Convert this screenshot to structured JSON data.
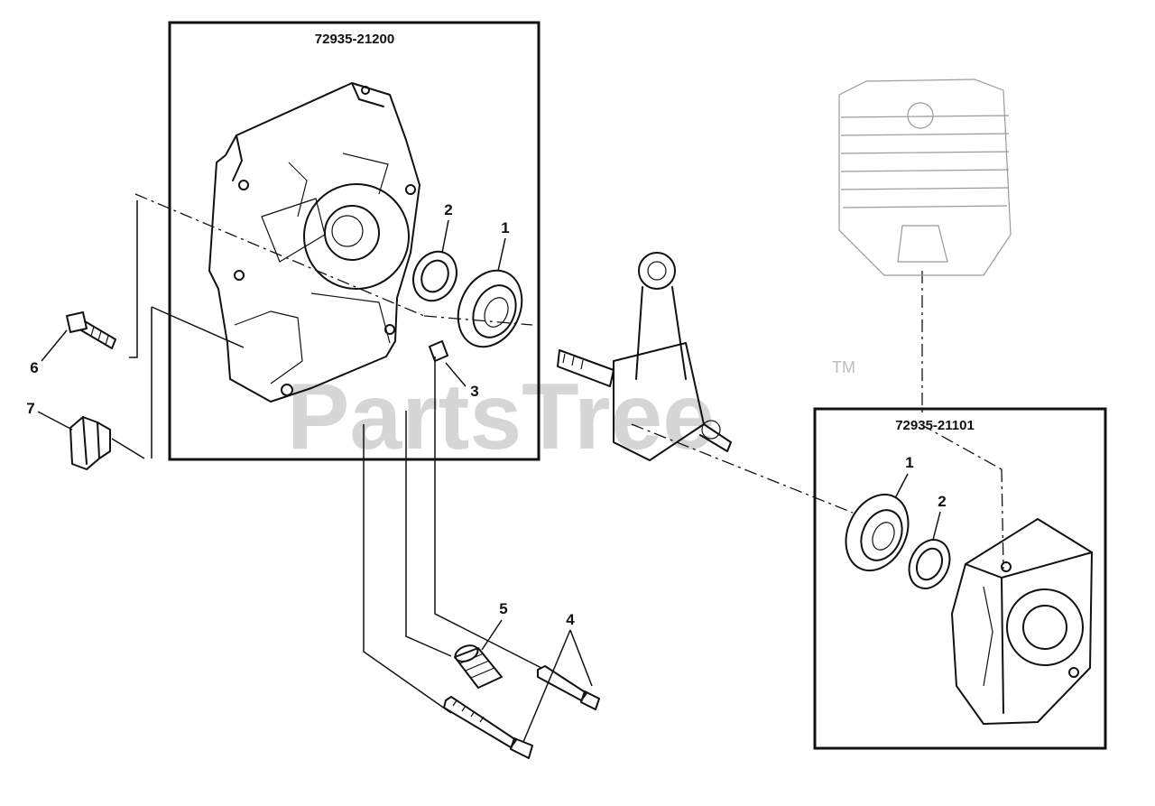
{
  "watermark": {
    "text": "PartsTree",
    "trademark": "TM"
  },
  "assemblies": [
    {
      "id": "left",
      "part_number": "72935-21200"
    },
    {
      "id": "right",
      "part_number": "72935-21101"
    }
  ],
  "callouts": {
    "left_bearing": "1",
    "left_seal": "2",
    "pin": "3",
    "bolts": "4",
    "bushing": "5",
    "screw": "6",
    "clip": "7",
    "right_bearing": "1",
    "right_seal": "2"
  }
}
